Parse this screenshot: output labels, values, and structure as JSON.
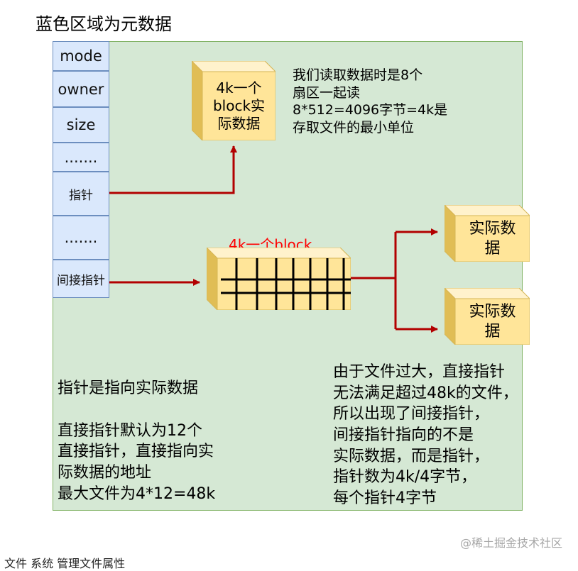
{
  "title": "蓝色区域为元数据",
  "inode_fields": [
    "mode",
    "owner",
    "size",
    ".......",
    "指针",
    ".......",
    "间接指针"
  ],
  "top_block": {
    "lines": [
      "4k一个",
      "block实",
      "际数据"
    ]
  },
  "top_note": {
    "lines": [
      "我们读取数据时是8个",
      "扇区一起读",
      "8*512=4096字节=4k是",
      "存取文件的最小单位"
    ]
  },
  "indirect_block_label": "4k一个block",
  "data_block_1": {
    "lines": [
      "实际数",
      "据"
    ]
  },
  "data_block_2": {
    "lines": [
      "实际数",
      "据"
    ]
  },
  "left_note": {
    "lines": [
      "指针是指向实际数据",
      "",
      "直接指针默认为12个",
      "直接指针，直接指向实",
      "际数据的地址",
      "最大文件为4*12=48k"
    ]
  },
  "right_note": {
    "lines": [
      "由于文件过大，直接指针",
      "无法满足超过48k的文件，",
      "所以出现了间接指针，",
      "间接指针指向的不是",
      "实际数据，而是指针，",
      "指针数为4k/4字节，",
      "每个指针4字节"
    ]
  },
  "watermark": "@稀土掘金技术社区",
  "footer": "文件 系统 管理文件属性",
  "colors": {
    "green_fill": "#d5e8d4",
    "green_border": "#82b366",
    "blue_fill": "#dae8fc",
    "blue_border": "#6c8ebf",
    "block_front": "#ffe599",
    "block_top": "#fff2cc",
    "block_side": "#e0bd55",
    "arrow": "#b20000",
    "label_red": "#ff0000"
  }
}
